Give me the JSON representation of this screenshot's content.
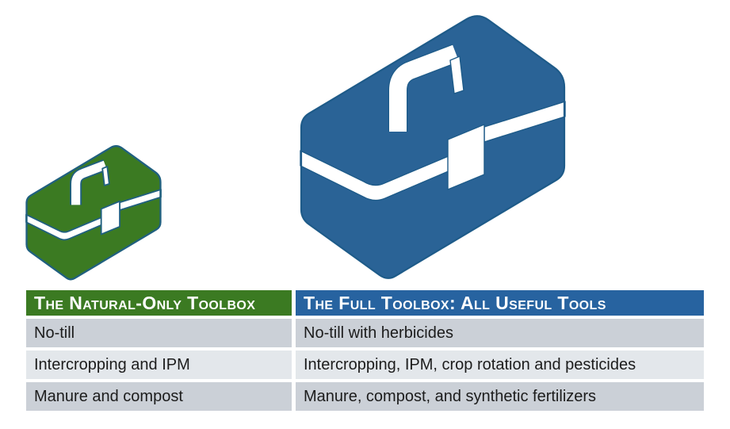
{
  "page": {
    "background_color": "#FFFFFF"
  },
  "icons": {
    "small_toolbox": {
      "name": "natural-only-toolbox-icon",
      "fill_color": "#3B7A22",
      "outline_color": "#20607F"
    },
    "large_toolbox": {
      "name": "full-toolbox-icon",
      "fill_color": "#2A6396",
      "outline_color": "#1E5B89"
    }
  },
  "table": {
    "header_text_color": "#FFFFFF",
    "row_text_color": "#1C1C1C",
    "row_bg_odd": "#CBD0D7",
    "row_bg_even": "#E3E7EB",
    "columns": [
      {
        "header": "The Natural-Only Toolbox",
        "header_bg": "#3B7A22",
        "rows": [
          "No-till",
          "Intercropping and IPM",
          "Manure and compost"
        ]
      },
      {
        "header": "The Full Toolbox: All Useful Tools",
        "header_bg": "#2763A0",
        "rows": [
          "No-till with herbicides",
          "Intercropping, IPM, crop rotation and pesticides",
          "Manure, compost, and synthetic fertilizers"
        ]
      }
    ]
  }
}
